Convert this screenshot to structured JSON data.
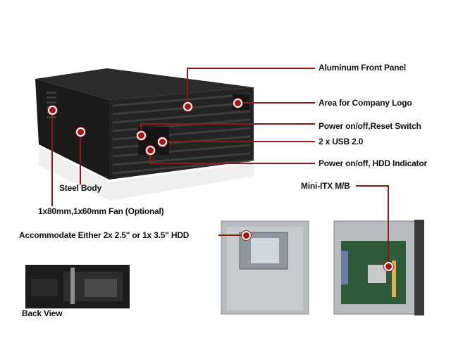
{
  "labels": {
    "front_panel": "Aluminum Front Panel",
    "company_logo": "Area for Company Logo",
    "power_reset": "Power on/off,Reset Switch",
    "usb": "2 x USB 2.0",
    "power_hdd": "Power on/off, HDD Indicator",
    "mini_itx": "Mini-ITX M/B",
    "steel_body": "Steel Body",
    "fan": "1x80mm,1x60mm Fan (Optional)",
    "hdd": "Accommodate Either 2x 2.5\" or 1x 3.5\" HDD",
    "back_view": "Back View"
  },
  "colors": {
    "callout": "#8b1a1a",
    "chassis": "#1c1c1c",
    "panel": "#2a2a2a",
    "steel": "#b9bcbf",
    "pcb": "#2f5a3a"
  }
}
